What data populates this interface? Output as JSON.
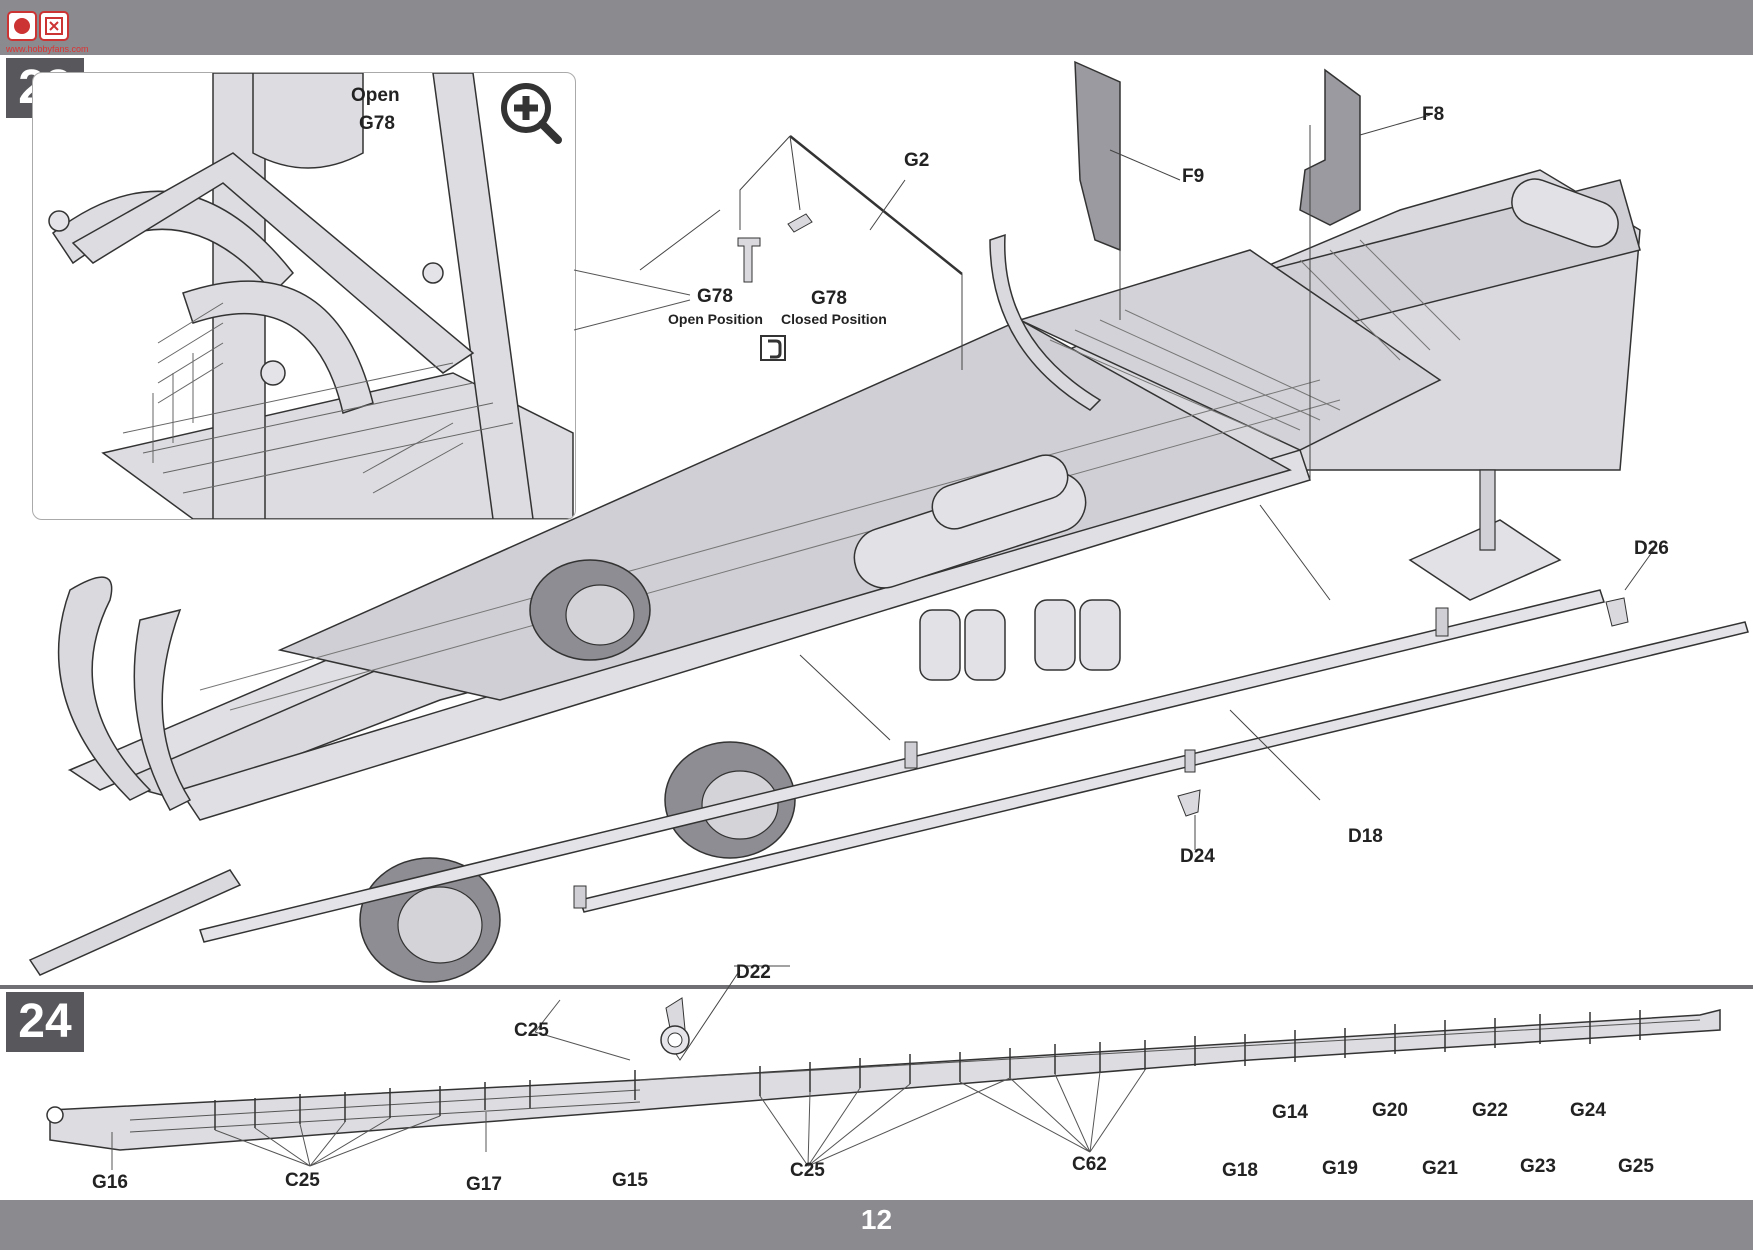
{
  "page": {
    "number": "12"
  },
  "watermark": {
    "text": "www.hobbyfans.com"
  },
  "step23": {
    "number": "23",
    "inset": {
      "open": "Open",
      "part": "G78"
    },
    "parts": {
      "g2": "G2",
      "f9": "F9",
      "f8": "F8",
      "g78_open": "G78",
      "g78_open_caption": "Open Position",
      "g78_closed": "G78",
      "g78_closed_caption": "Closed Position",
      "d26": "D26",
      "d24": "D24",
      "d18": "D18",
      "d22": "D22"
    },
    "icons": {
      "detail": "magnify-plus-icon",
      "bend": "bend-icon"
    }
  },
  "step24": {
    "number": "24",
    "labels": {
      "c25_top": "C25",
      "g16": "G16",
      "c25_left": "C25",
      "g17": "G17",
      "g15": "G15",
      "c25_mid": "C25",
      "c62": "C62",
      "g18": "G18",
      "g14": "G14",
      "g19": "G19",
      "g20": "G20",
      "g21": "G21",
      "g22": "G22",
      "g23": "G23",
      "g24": "G24",
      "g25": "G25"
    }
  },
  "colors": {
    "band": "#8a8a8f",
    "step_box": "#58585c",
    "part_fill": "#d9d9de"
  }
}
